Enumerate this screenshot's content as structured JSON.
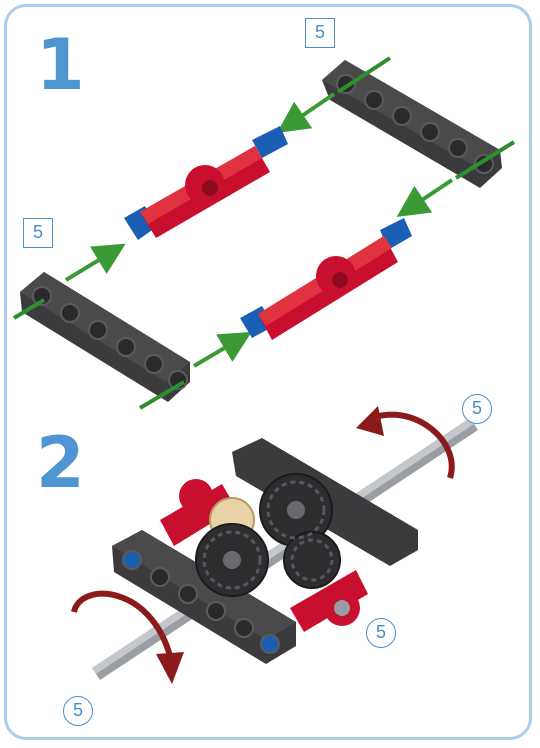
{
  "steps": [
    {
      "number": "1"
    },
    {
      "number": "2"
    }
  ],
  "callouts": {
    "axle_top": "5",
    "axle_left": "5",
    "axle_step2_top": "5",
    "axle_step2_mid": "5",
    "axle_step2_bottom": "5"
  },
  "colors": {
    "frame": "#a9cdeb",
    "step_number": "#4f95d2",
    "beam": "#3b3b3d",
    "connector_red": "#c8102e",
    "pin_blue": "#1a5fb4",
    "axle_green": "#2f8f2f",
    "arrow_green": "#3a9a36",
    "axle_grey": "#9a9ea3",
    "rotation_arrow": "#8b1a1a",
    "bevel_gear": "#e7d3a6"
  }
}
